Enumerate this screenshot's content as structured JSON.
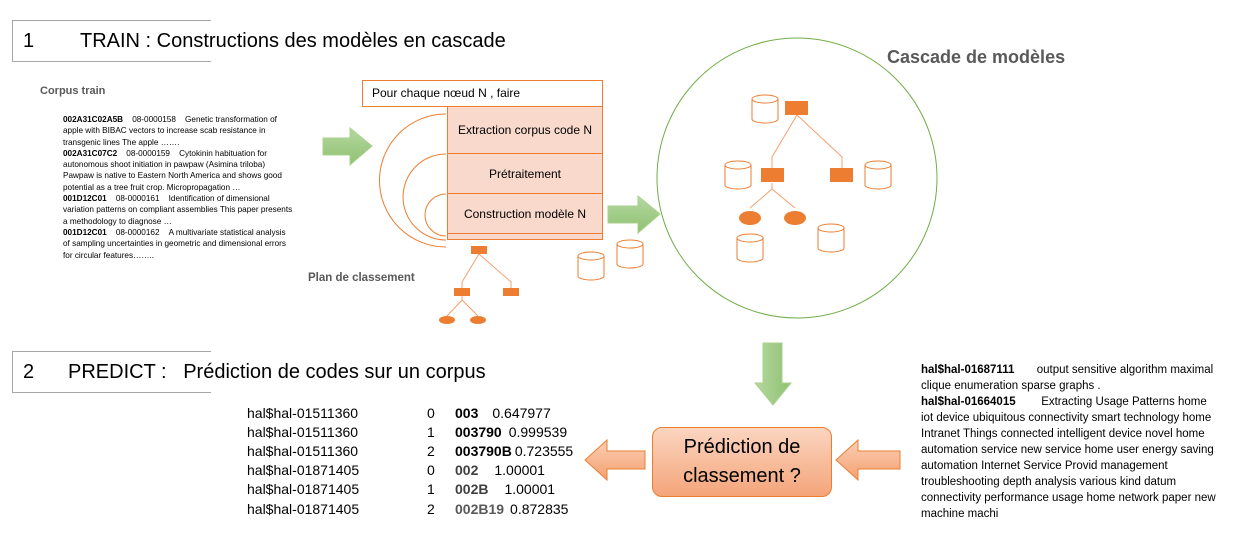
{
  "train": {
    "number": "1",
    "title": "TRAIN : Constructions des modèles en cascade"
  },
  "predict": {
    "number": "2",
    "title": "PREDICT :   Prédiction de codes sur un corpus"
  },
  "corpus_train": {
    "label": "Corpus train",
    "entries": [
      {
        "code": "002A31C02A5B",
        "id": "08-0000158",
        "text": "Genetic transformation of apple with BIBAC vectors to increase scab resistance in transgenic lines     The apple ……."
      },
      {
        "code": "002A31C07C2",
        "id": "08-0000159",
        "text": "Cytokinin habituation for autonomous shoot initiation in pawpaw (Asimina triloba) Pawpaw is native to Eastern North America and shows good potential as a tree fruit crop. Micropropagation …"
      },
      {
        "code": "001D12C01",
        "id": "08-0000161",
        "text": "Identification of dimensional variation patterns on compliant assemblies This paper presents a methodology to diagnose …"
      },
      {
        "code": "001D12C01",
        "id": "08-0000162",
        "text": "A multivariate statistical analysis of sampling uncertainties in geometric and dimensional errors for circular features…….."
      }
    ]
  },
  "loop": {
    "header": "Pour chaque nœud N , faire",
    "steps": [
      "Extraction corpus code N",
      "Prétraitement",
      "Construction modèle N"
    ]
  },
  "plan_label": "Plan de classement",
  "cascade_label": "Cascade de modèles",
  "prediction_box": {
    "line1": "Prédiction de",
    "line2": "classement ?"
  },
  "predictions": [
    {
      "doc": "hal$hal-01511360",
      "level": "0",
      "code": "003",
      "score": "0.647977"
    },
    {
      "doc": "hal$hal-01511360",
      "level": "1",
      "code": "003790",
      "score": "0.999539"
    },
    {
      "doc": "hal$hal-01511360",
      "level": "2",
      "code": "003790B",
      "score": "0.723555"
    },
    {
      "doc": "hal$hal-01871405",
      "level": "0",
      "code": "002",
      "score": "1.00001"
    },
    {
      "doc": "hal$hal-01871405",
      "level": "1",
      "code": "002B",
      "score": "1.00001"
    },
    {
      "doc": "hal$hal-01871405",
      "level": "2",
      "code": "002B19",
      "score": "0.872835"
    }
  ],
  "input_corpus": [
    {
      "id": "hal$hal-01687111",
      "text": "output sensitive algorithm maximal clique enumeration sparse graphs ."
    },
    {
      "id": "hal$hal-01664015",
      "text": "Extracting Usage Patterns home iot device ubiquitous connectivity smart technology home Intranet Things connected intelligent device novel home automation service new service home user energy saving automation Internet Service Provid management troubleshooting depth analysis various kind datum connectivity performance usage home network paper new machine machi"
    }
  ],
  "colors": {
    "orange": "#ed7d31",
    "green_arrow": "#a9d18e",
    "circle": "#70ad47",
    "step_fill": "#f8d9cc"
  }
}
